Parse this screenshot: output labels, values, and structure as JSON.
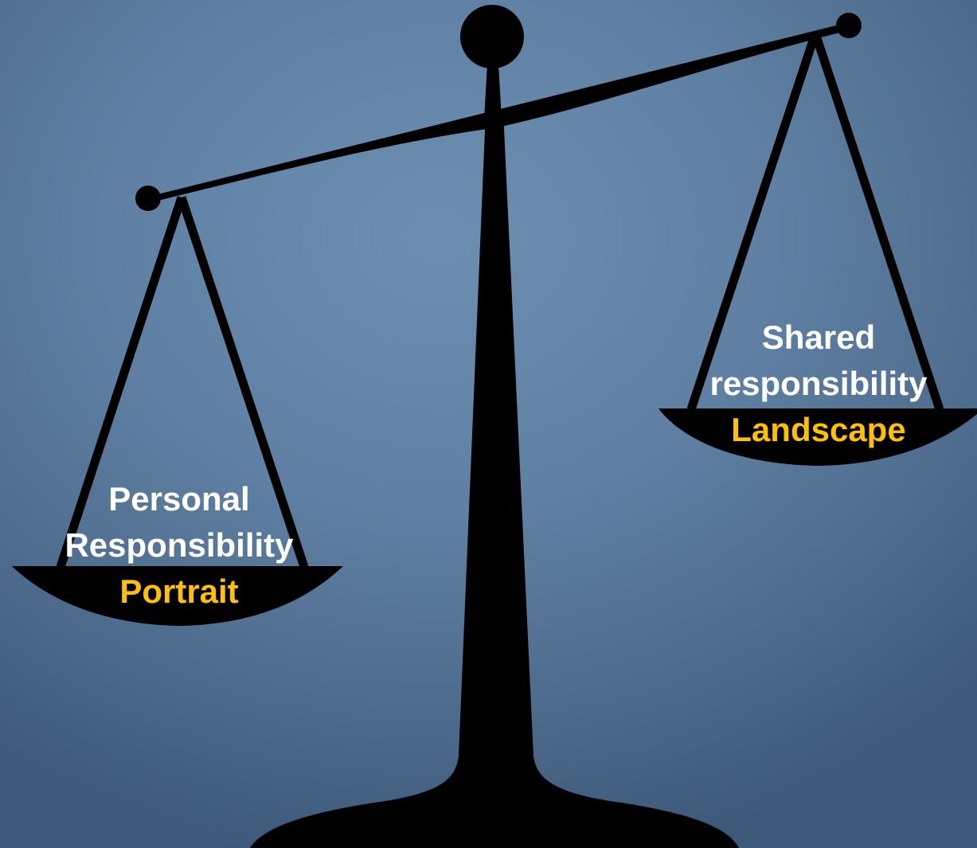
{
  "left_pan": {
    "title_line1": "Personal",
    "title_line2": "Responsibility",
    "orientation": "Portrait"
  },
  "right_pan": {
    "title_line1": "Shared",
    "title_line2": "responsibility",
    "orientation": "Landscape"
  },
  "colors": {
    "background_center": "#6c8fb1",
    "background_edge": "#3d5878",
    "silhouette": "#000000",
    "label_primary": "#ffffff",
    "label_accent": "#ffc000"
  }
}
